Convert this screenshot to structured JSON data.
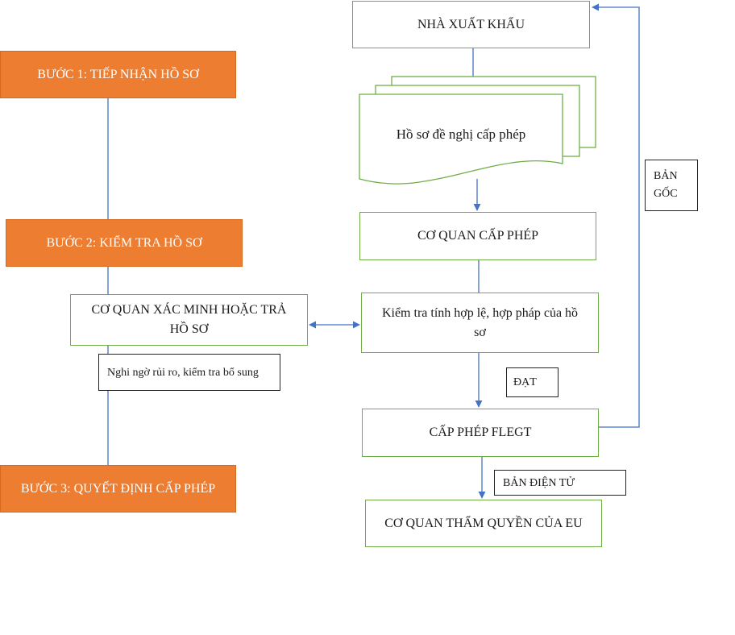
{
  "steps": {
    "step1": "BƯỚC 1: TIẾP NHẬN HỒ SƠ",
    "step2": "BƯỚC 2: KIỂM TRA HỒ SƠ",
    "step3": "BƯỚC 3: QUYẾT ĐỊNH CẤP PHÉP"
  },
  "flow": {
    "exporter": "NHÀ XUẤT KHẨU",
    "application": "Hồ sơ đề nghị cấp phép",
    "licensing_authority": "CƠ QUAN CẤP PHÉP",
    "check_validity": "Kiểm tra tính hợp lệ, hợp pháp của hồ sơ",
    "verification_agency": "CƠ QUAN XÁC MINH HOẶC TRẢ HỒ SƠ",
    "issue_flegt": "CẤP PHÉP FLEGT",
    "eu_authority": "CƠ QUAN THẨM QUYỀN CỦA EU"
  },
  "labels": {
    "suspicion": "Nghi ngờ rủi ro, kiểm tra bổ sung",
    "passed": "ĐẠT",
    "electronic_copy": "BẢN ĐIỆN TỬ",
    "original_copy": "BẢN GỐC"
  },
  "colors": {
    "orange": "#ed7d31",
    "green_border": "#70ad47",
    "connector": "#4472c4"
  }
}
